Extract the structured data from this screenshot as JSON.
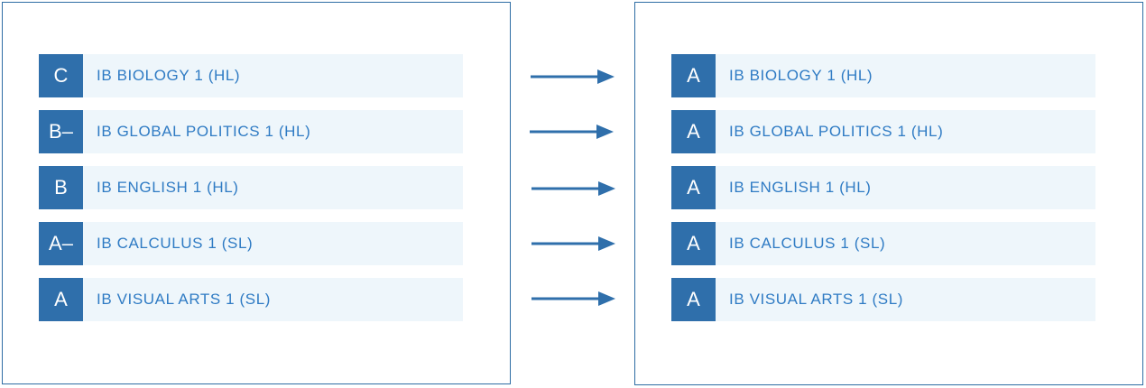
{
  "before": {
    "rows": [
      {
        "grade": "C",
        "course": "IB BIOLOGY 1 (HL)"
      },
      {
        "grade": "B–",
        "course": "IB GLOBAL POLITICS 1 (HL)"
      },
      {
        "grade": "B",
        "course": "IB ENGLISH 1 (HL)"
      },
      {
        "grade": "A–",
        "course": "IB CALCULUS 1 (SL)"
      },
      {
        "grade": "A",
        "course": "IB VISUAL ARTS 1 (SL)"
      }
    ]
  },
  "after": {
    "rows": [
      {
        "grade": "A",
        "course": "IB BIOLOGY 1 (HL)"
      },
      {
        "grade": "A",
        "course": "IB GLOBAL POLITICS 1 (HL)"
      },
      {
        "grade": "A",
        "course": "IB ENGLISH 1 (HL)"
      },
      {
        "grade": "A",
        "course": "IB CALCULUS 1 (SL)"
      },
      {
        "grade": "A",
        "course": "IB VISUAL ARTS 1 (SL)"
      }
    ]
  },
  "colors": {
    "accent": "#2f6fab",
    "text": "#2f7bc4",
    "row_bg": "#eef6fb",
    "border": "#2e6da4"
  },
  "icons": {
    "transition": "right-arrow-icon"
  }
}
